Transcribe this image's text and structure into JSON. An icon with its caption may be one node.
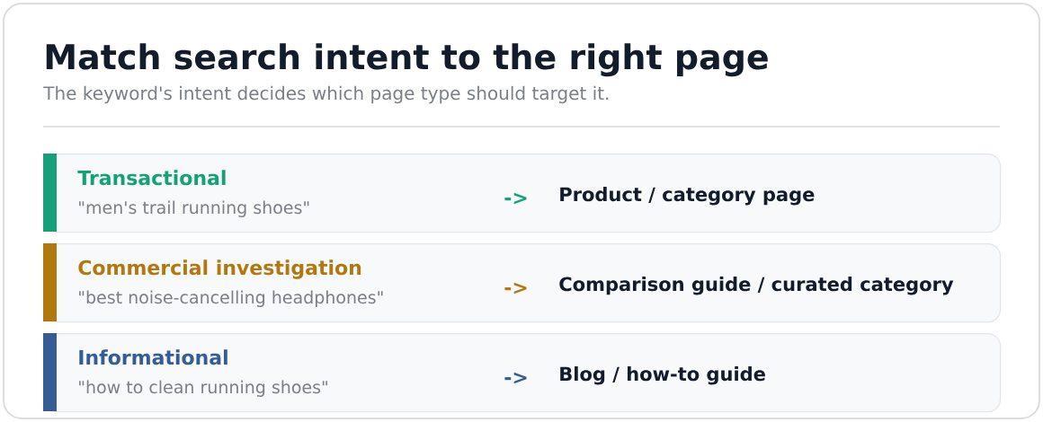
{
  "diagram": {
    "title": "Match search intent to the right page",
    "nodes": [
      {
        "text": [
          "Transactional",
          "\"men's trail running shoes\"",
          "->",
          "Product / category page"
        ]
      },
      {
        "text": [
          "Commercial investigation",
          "\"best noise-cancelling headphones\"",
          "->",
          "Comparison guide / curated category"
        ]
      },
      {
        "text": [
          "Informational",
          "\"how to clean running shoes\"",
          "->",
          "Blog / how-to guide"
        ]
      }
    ],
    "labels": [
      "The keyword's intent decides which page type should target it."
    ]
  }
}
